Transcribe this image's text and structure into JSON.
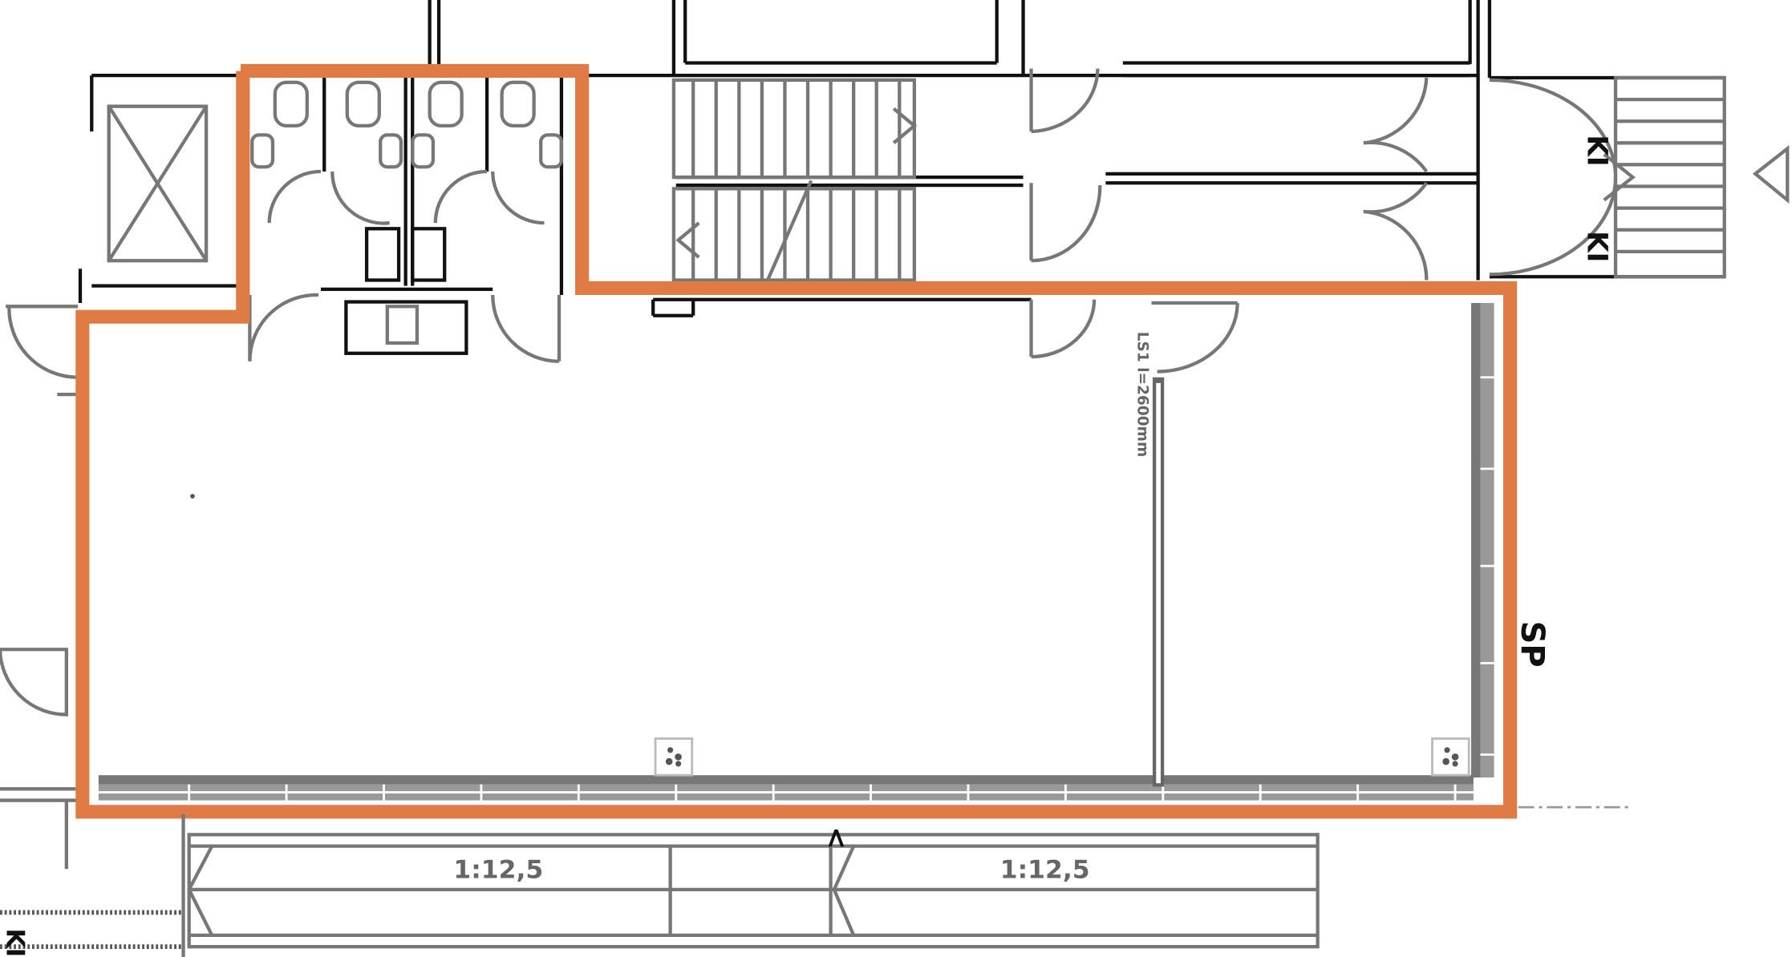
{
  "colors": {
    "highlight": "#E07B45",
    "wall": "#111111",
    "fixture": "#777777"
  },
  "labels": {
    "partition": "LS1 l=2600mm",
    "ramp_left": "1:12,5",
    "ramp_right": "1:12,5",
    "facade": "SP",
    "section_top_1": "KI",
    "section_top_2": "KI",
    "section_bottom": "KI",
    "entrance_marker": "<"
  }
}
